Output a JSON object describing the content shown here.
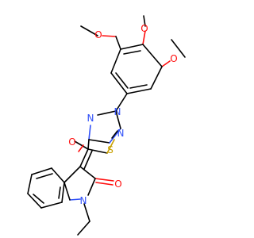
{
  "molecule": {
    "atom_labels": {
      "o_methoxy_left": "O",
      "o_methoxy_top": "O",
      "o_methoxy_right": "O",
      "n_triazole_left": "N",
      "n_triazole_top": "N",
      "n_triazole_right": "N",
      "o_carbonyl_thiazole": "O",
      "s_thiazole": "S",
      "o_carbonyl_indole": "O",
      "n_indole": "N"
    },
    "colors": {
      "carbon": "#000000",
      "oxygen": "#ff0d0d",
      "nitrogen": "#3050f8",
      "sulfur": "#c8a000",
      "background": "#ffffff"
    }
  }
}
